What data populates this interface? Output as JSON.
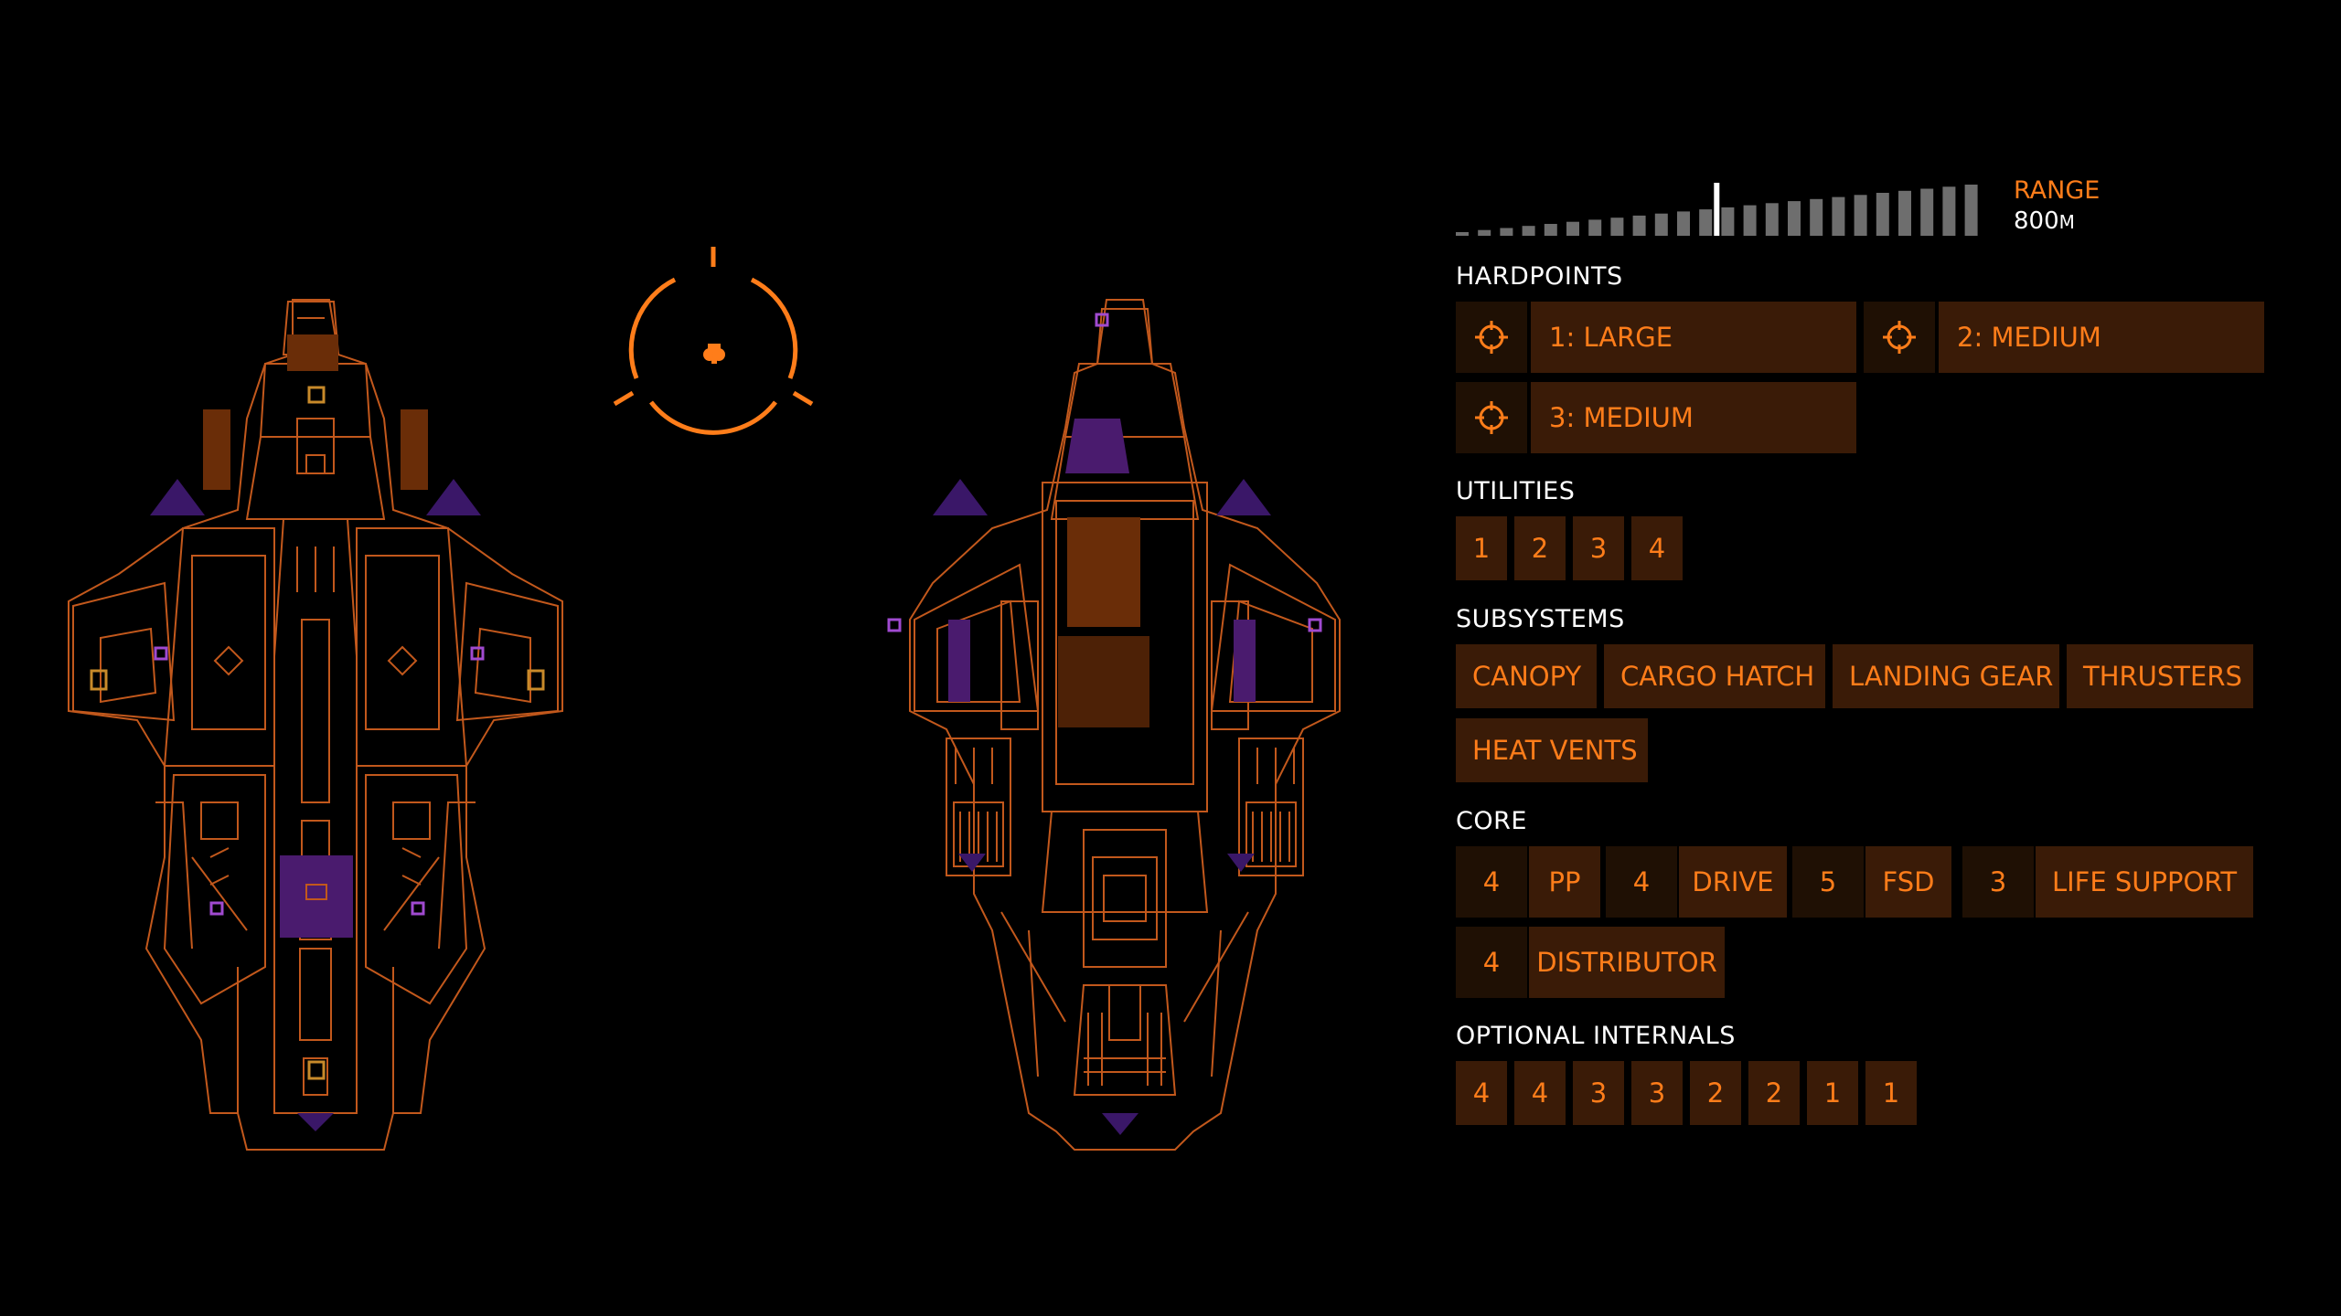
{
  "colors": {
    "accent": "#ff7d1a",
    "wire": "#c2581c",
    "slot_bg": "#3a1b07",
    "slot_bg_dark": "#1f1004",
    "purple": "#4a1b6e",
    "heading": "#ffffff"
  },
  "range": {
    "label": "RANGE",
    "value": "800",
    "unit": "M",
    "bar_count": 24,
    "marker_fraction": 0.5
  },
  "hardpoints": {
    "title": "HARDPOINTS",
    "icon": "crosshair-icon",
    "items": [
      {
        "label": "1: LARGE"
      },
      {
        "label": "2: MEDIUM"
      },
      {
        "label": "3: MEDIUM"
      }
    ]
  },
  "utilities": {
    "title": "UTILITIES",
    "items": [
      "1",
      "2",
      "3",
      "4"
    ]
  },
  "subsystems": {
    "title": "SUBSYSTEMS",
    "items": [
      "CANOPY",
      "CARGO HATCH",
      "LANDING GEAR",
      "THRUSTERS",
      "HEAT VENTS"
    ]
  },
  "core": {
    "title": "CORE",
    "items": [
      {
        "size": "4",
        "label": "PP"
      },
      {
        "size": "4",
        "label": "DRIVE"
      },
      {
        "size": "5",
        "label": "FSD"
      },
      {
        "size": "3",
        "label": "LIFE SUPPORT"
      },
      {
        "size": "4",
        "label": "DISTRIBUTOR"
      }
    ]
  },
  "optional_internals": {
    "title": "OPTIONAL INTERNALS",
    "items": [
      "4",
      "4",
      "3",
      "3",
      "2",
      "2",
      "1",
      "1"
    ]
  },
  "target_reticle": {
    "icon": "target-reticle-icon"
  }
}
